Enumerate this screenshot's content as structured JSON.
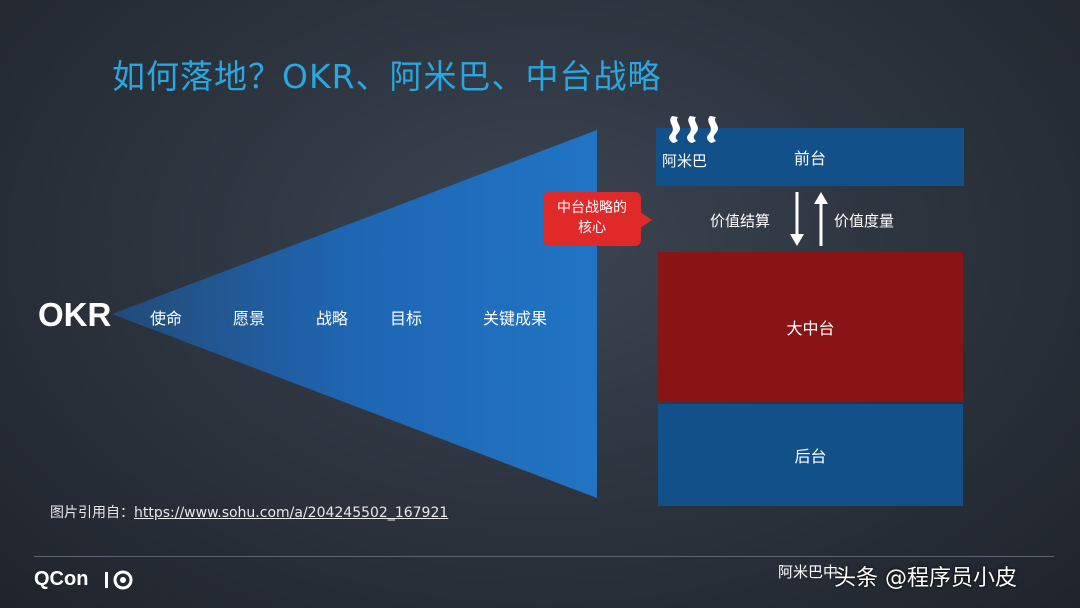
{
  "title": "如何落地？OKR、阿米巴、中台战略",
  "funnel": {
    "okr_label": "OKR",
    "stages": [
      "使命",
      "愿景",
      "战略",
      "目标",
      "关键成果"
    ]
  },
  "callout": {
    "line1": "中台战略的",
    "line2": "核心"
  },
  "platform": {
    "amiba_label": "阿米巴",
    "front": "前台",
    "middle": "大中台",
    "back": "后台",
    "down_label": "价值结算",
    "up_label": "价值度量"
  },
  "source": {
    "prefix": "图片引用自：",
    "url": "https://www.sohu.com/a/204245502_167921"
  },
  "footer": {
    "brand": "QCon",
    "right_text": "阿米巴中",
    "watermark": "头条 @程序员小皮"
  },
  "colors": {
    "title": "#2aa6e0",
    "box_blue": "#125089",
    "box_red": "#8a1316",
    "callout": "#e02a2a"
  }
}
